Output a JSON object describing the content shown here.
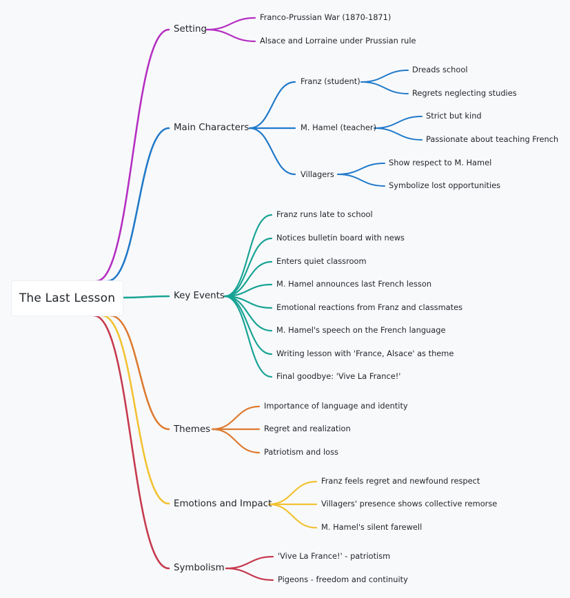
{
  "root": {
    "label": "The Last Lesson"
  },
  "colors": {
    "setting": "#b42fc1",
    "characters": "#1f79c9",
    "events": "#16a394",
    "themes": "#dd7a30",
    "emotions": "#f2c230",
    "symbolism": "#c63a4e"
  },
  "branches": [
    {
      "label": "Setting",
      "color": "#b42fc1",
      "children": [
        {
          "label": "Franco-Prussian War (1870-1871)"
        },
        {
          "label": "Alsace and Lorraine under Prussian rule"
        }
      ]
    },
    {
      "label": "Main Characters",
      "color": "#1f79c9",
      "children": [
        {
          "label": "Franz (student)",
          "children": [
            {
              "label": "Dreads school"
            },
            {
              "label": "Regrets neglecting studies"
            }
          ]
        },
        {
          "label": "M. Hamel (teacher)",
          "children": [
            {
              "label": "Strict but kind"
            },
            {
              "label": "Passionate about teaching French"
            }
          ]
        },
        {
          "label": "Villagers",
          "children": [
            {
              "label": "Show respect to M. Hamel"
            },
            {
              "label": "Symbolize lost opportunities"
            }
          ]
        }
      ]
    },
    {
      "label": "Key Events",
      "color": "#16a394",
      "children": [
        {
          "label": "Franz runs late to school"
        },
        {
          "label": "Notices bulletin board with news"
        },
        {
          "label": "Enters quiet classroom"
        },
        {
          "label": "M. Hamel announces last French lesson"
        },
        {
          "label": "Emotional reactions from Franz and classmates"
        },
        {
          "label": "M. Hamel's speech on the French language"
        },
        {
          "label": "Writing lesson with 'France, Alsace' as theme"
        },
        {
          "label": "Final goodbye: 'Vive La France!'"
        }
      ]
    },
    {
      "label": "Themes",
      "color": "#dd7a30",
      "children": [
        {
          "label": "Importance of language and identity"
        },
        {
          "label": "Regret and realization"
        },
        {
          "label": "Patriotism and loss"
        }
      ]
    },
    {
      "label": "Emotions and Impact",
      "color": "#f2c230",
      "children": [
        {
          "label": "Franz feels regret and newfound respect"
        },
        {
          "label": "Villagers' presence shows collective remorse"
        },
        {
          "label": "M. Hamel's silent farewell"
        }
      ]
    },
    {
      "label": "Symbolism",
      "color": "#c63a4e",
      "children": [
        {
          "label": "'Vive La France!' - patriotism"
        },
        {
          "label": "Pigeons - freedom and continuity"
        }
      ]
    }
  ]
}
